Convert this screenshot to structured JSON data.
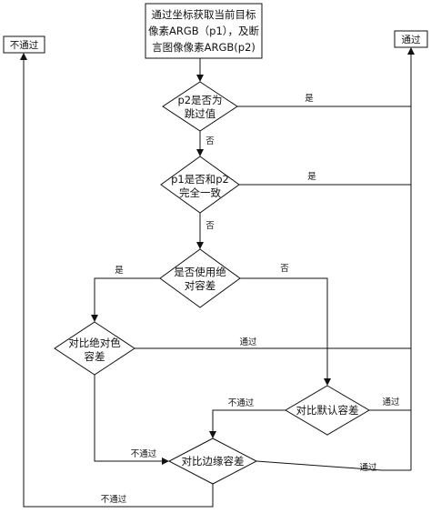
{
  "start_box": {
    "lines": [
      "通过坐标获取当前目标",
      "像素ARGB（p1），及断",
      "言图像像素ARGB(p2)"
    ]
  },
  "terminals": {
    "fail": "不通过",
    "pass": "通过"
  },
  "decisions": {
    "d1": [
      "p2是否为",
      "跳过值"
    ],
    "d2": [
      "p1是否和p2",
      "完全一致"
    ],
    "d3": [
      "是否使用绝",
      "对容差"
    ],
    "d4": [
      "对比绝对色",
      "容差"
    ],
    "d5": [
      "对比默认容差"
    ],
    "d6": [
      "对比边缘容差"
    ]
  },
  "edge_labels": {
    "d1_yes": "是",
    "d1_no": "否",
    "d2_yes": "是",
    "d2_no": "否",
    "d3_yes": "是",
    "d3_no": "否",
    "d4_pass": "通过",
    "d5_fail": "不通过",
    "d5_pass": "通过",
    "d4_fail": "不通过",
    "d6_pass": "通过",
    "d6_fail": "不通过"
  }
}
